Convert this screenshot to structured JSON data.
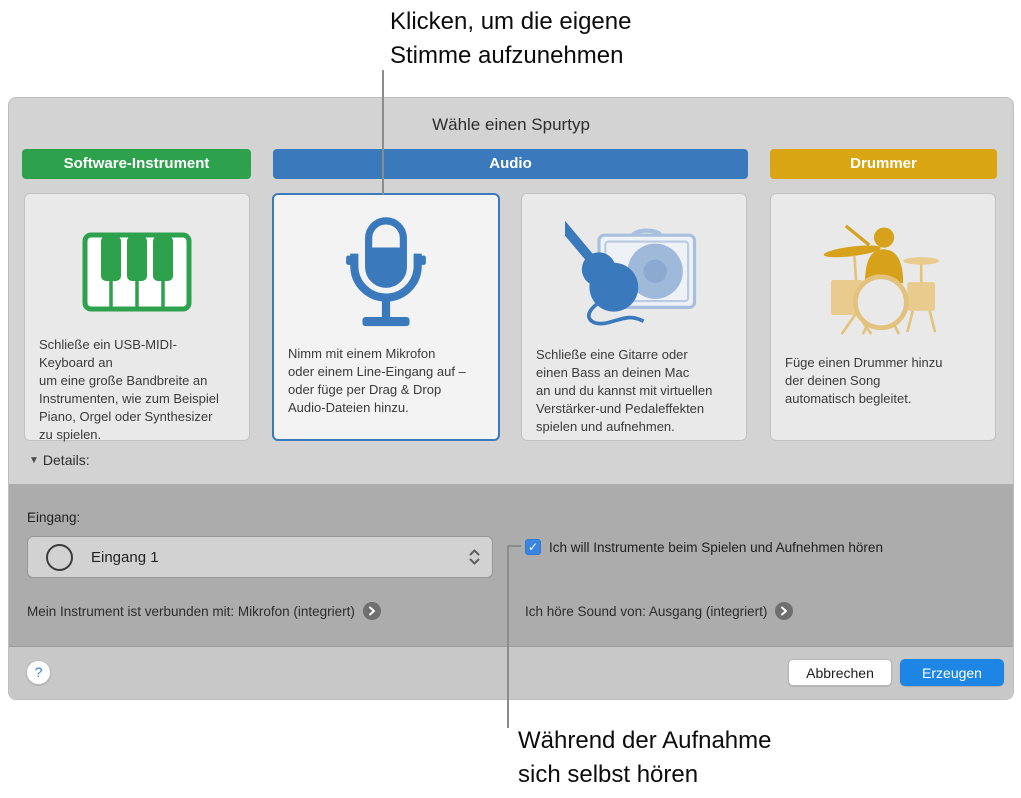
{
  "callouts": {
    "top": "Klicken, um die eigene\nStimme aufzunehmen",
    "bottom": "Während der Aufnahme\nsich selbst hören"
  },
  "dialog": {
    "title": "Wähle einen Spurtyp",
    "category_buttons": [
      {
        "label": "Software-Instrument",
        "color": "#2ea14d"
      },
      {
        "label": "Audio",
        "color": "#3a79bc"
      },
      {
        "label": "Drummer",
        "color": "#d9a512"
      }
    ],
    "cards": [
      {
        "icon": "piano-icon",
        "selected": false,
        "description": "Schließe ein USB-MIDI-\nKeyboard an\num eine große Bandbreite an\nInstrumenten, wie zum Beispiel\nPiano, Orgel oder Synthesizer\nzu spielen."
      },
      {
        "icon": "microphone-icon",
        "selected": true,
        "description": "Nimm mit einem Mikrofon\noder einem Line-Eingang auf –\noder füge per Drag & Drop\nAudio-Dateien hinzu."
      },
      {
        "icon": "guitar-amp-icon",
        "selected": false,
        "description": "Schließe eine Gitarre oder\neinen Bass an deinen Mac\nan und du kannst mit virtuellen\nVerstärker-und Pedaleffekten\nspielen und aufnehmen."
      },
      {
        "icon": "drummer-icon",
        "selected": false,
        "description": "Füge einen Drummer hinzu\nder deinen Song\nautomatisch begleitet."
      }
    ],
    "details": {
      "disclosure_label": "Details:",
      "input_label": "Eingang:",
      "input_select_value": "Eingang 1",
      "monitor_checkbox": {
        "checked": true,
        "label": "Ich will Instrumente beim Spielen und Aufnehmen hören"
      },
      "instrument_link": "Mein Instrument ist verbunden mit: Mikrofon (integriert)",
      "output_link": "Ich höre Sound von: Ausgang (integriert)"
    },
    "footer": {
      "help_label": "?",
      "cancel_label": "Abbrechen",
      "create_label": "Erzeugen"
    }
  },
  "colors": {
    "dialog_bg": "#d3d3d3",
    "details_panel_bg": "#acacac",
    "footer_bg": "#c8c8c8",
    "card_bg": "#e9e9e9",
    "card_selected_bg": "#f3f3f3",
    "selection_blue": "#3a79bc",
    "green": "#2ea14d",
    "gold": "#d9a512",
    "create_button_blue": "#1d86e5",
    "callout_line": "#8c8c8c"
  }
}
